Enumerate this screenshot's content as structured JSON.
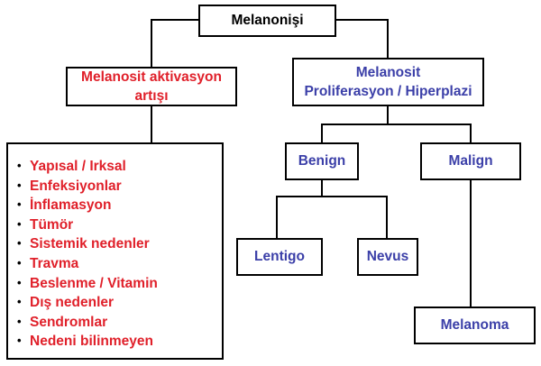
{
  "root": {
    "label": "Melanonişi"
  },
  "activation": {
    "line1": "Melanosit aktivasyon",
    "line2": "artışı"
  },
  "proliferation": {
    "line1": "Melanosit",
    "line2": "Proliferasyon / Hiperplazi"
  },
  "causes": [
    "Yapısal / Irksal",
    "Enfeksiyonlar",
    "İnflamasyon",
    "Tümör",
    "Sistemik nedenler",
    "Travma",
    "Beslenme / Vitamin",
    "Dış nedenler",
    "Sendromlar",
    "Nedeni bilinmeyen"
  ],
  "benign": {
    "label": "Benign"
  },
  "malign": {
    "label": "Malign"
  },
  "lentigo": {
    "label": "Lentigo"
  },
  "nevus": {
    "label": "Nevus"
  },
  "melanoma": {
    "label": "Melanoma"
  },
  "colors": {
    "red": "#e0202a",
    "blue": "#3b3fa8",
    "black": "#000000"
  }
}
